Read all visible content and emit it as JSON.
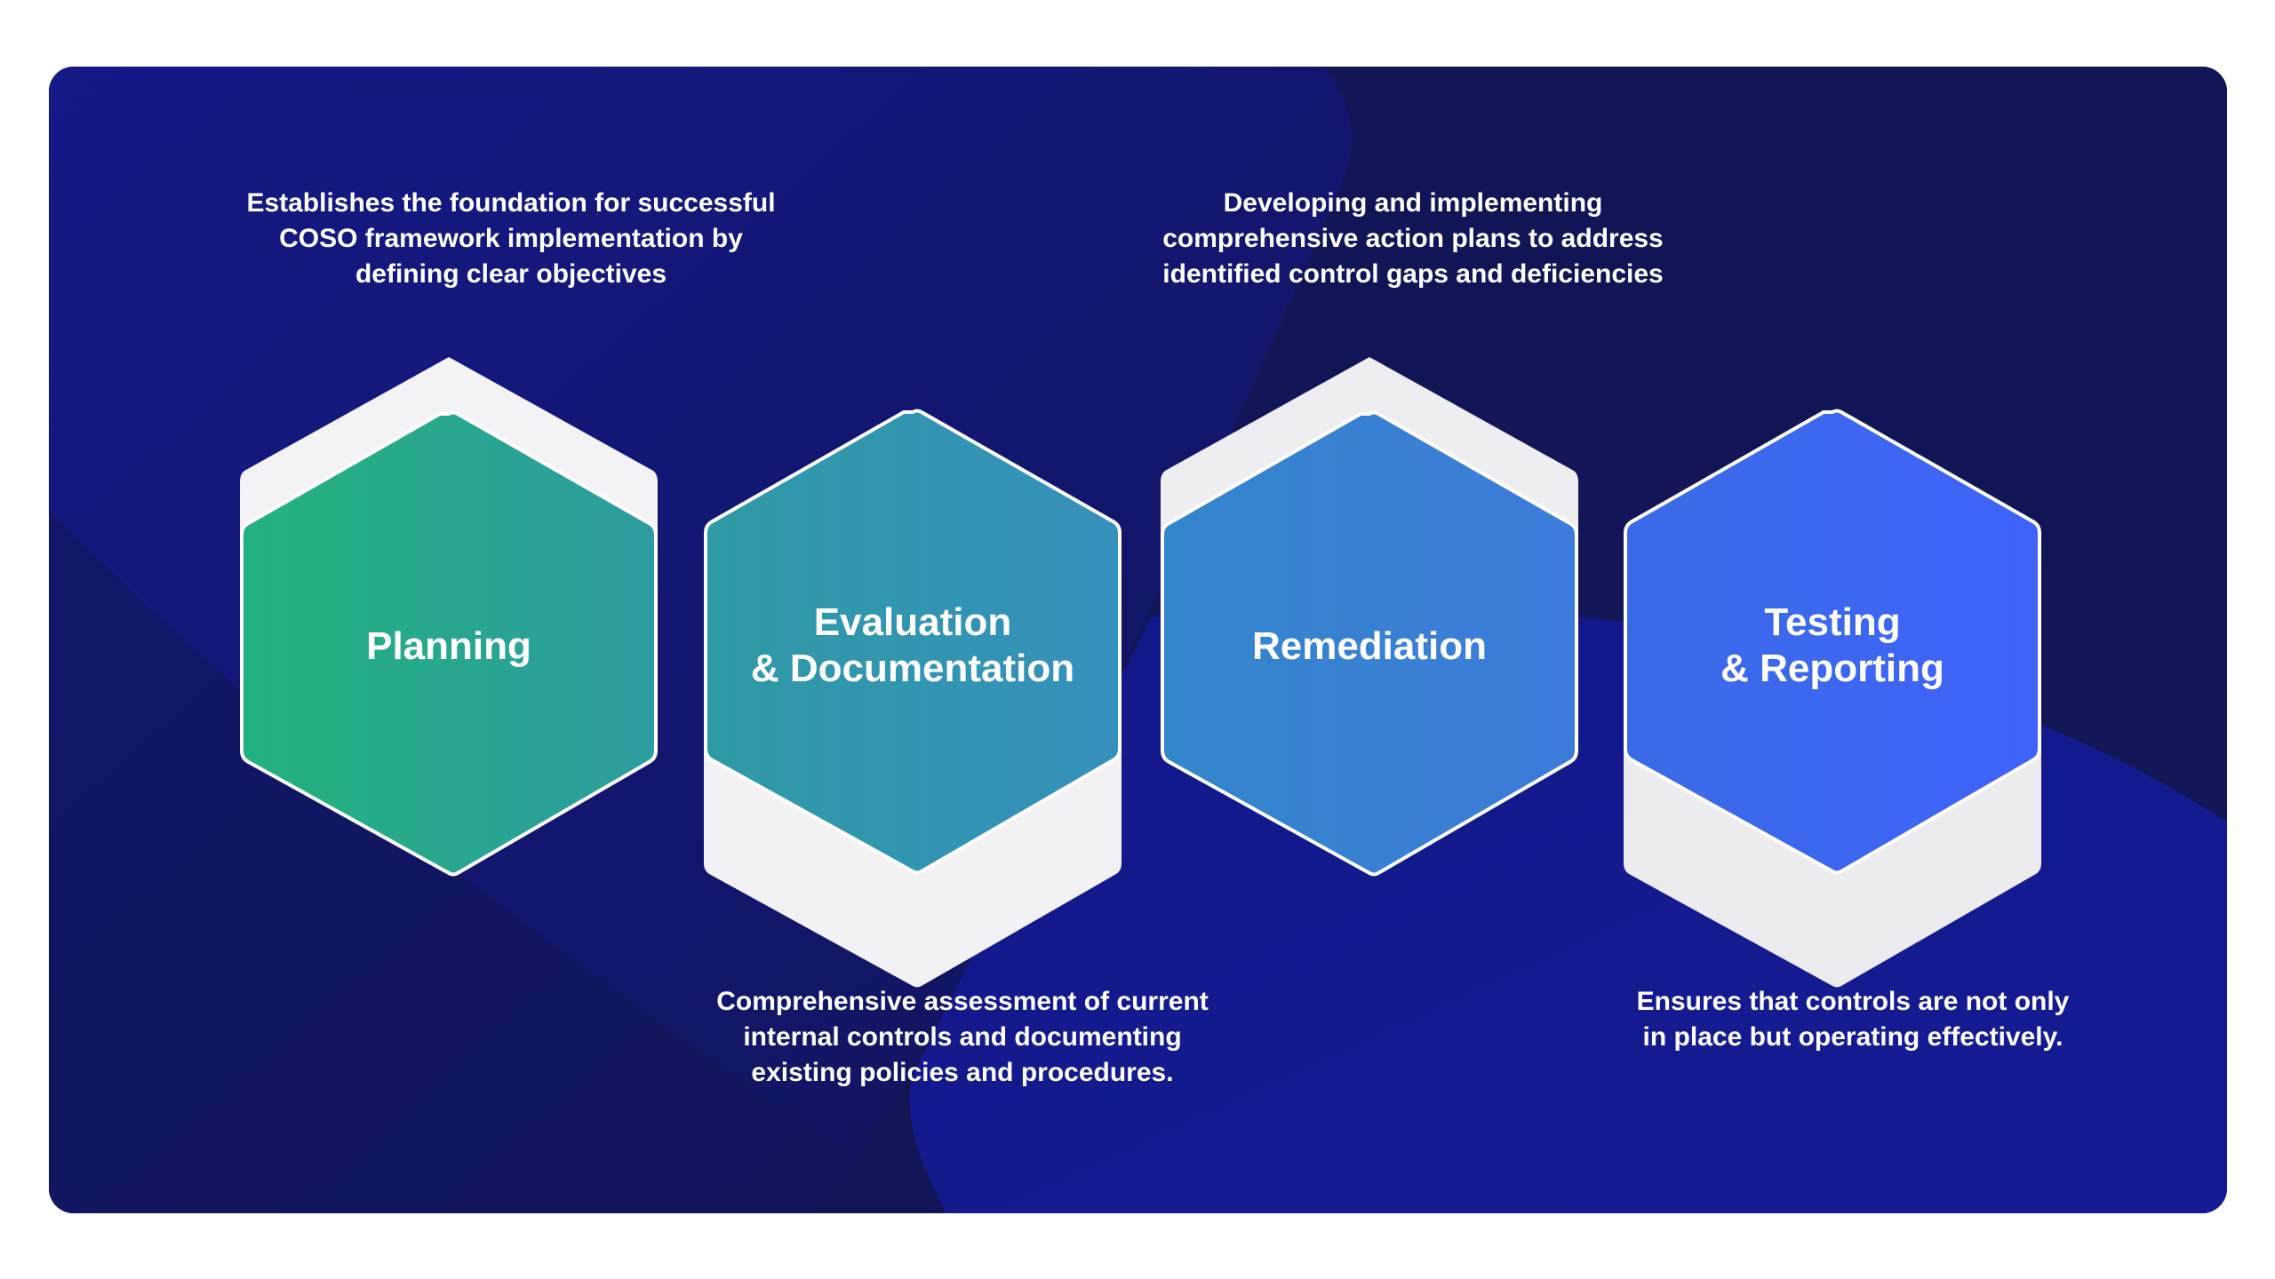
{
  "steps": [
    {
      "label": "Planning",
      "description": "Establishes the foundation for successful\nCOSO framework implementation by\ndefining clear objectives",
      "color_start": "#23B27C",
      "color_end": "#2D9CA0"
    },
    {
      "label": "Evaluation\n& Documentation",
      "description": "Comprehensive assessment of current\ninternal controls and documenting\nexisting policies and procedures.",
      "color_start": "#2E9AA5",
      "color_end": "#3590BC"
    },
    {
      "label": "Remediation",
      "description": "Developing and implementing\ncomprehensive action plans to address\nidentified control gaps and deficiencies",
      "color_start": "#3486CB",
      "color_end": "#3C7BDB"
    },
    {
      "label": "Testing\n& Reporting",
      "description": "Ensures that controls are not only\nin place but operating effectively.",
      "color_start": "#3A6BE6",
      "color_end": "#3F62FA"
    }
  ],
  "colors": {
    "background_dark": "#121556",
    "background_accent": "#141C96",
    "text": "#ffffff",
    "shadow_hex": "#F2F2F5"
  }
}
